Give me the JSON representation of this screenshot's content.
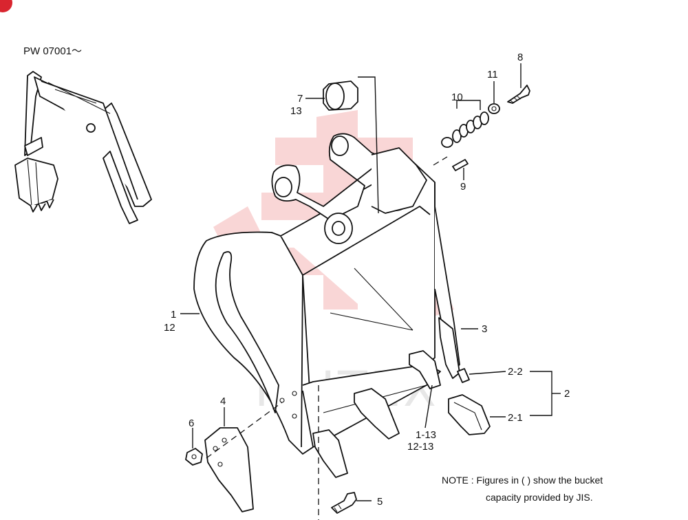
{
  "header": {
    "model_label": "PW 07001～"
  },
  "watermark": {
    "text": "MHTEX",
    "color": "#f4b4b4"
  },
  "callouts": {
    "c1": "1",
    "c12": "12",
    "c7": "7",
    "c13": "13",
    "c10": "10",
    "c11": "11",
    "c8": "8",
    "c9": "9",
    "c3": "3",
    "c2_2": "2-2",
    "c2": "2",
    "c2_1": "2-1",
    "c1_13": "1-13",
    "c12_13": "12-13",
    "c4": "4",
    "c6": "6",
    "c5": "5"
  },
  "note": {
    "line1": "NOTE : Figures in ( ) show the bucket",
    "line2": "capacity provided by JIS."
  },
  "colors": {
    "badge": "#d9252f",
    "ink": "#111111"
  }
}
